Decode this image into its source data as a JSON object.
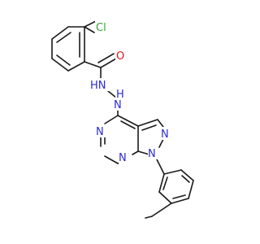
{
  "molecule": {
    "colors": {
      "carbon_bond": "#1a1a1a",
      "nitrogen": "#2b2bd6",
      "oxygen": "#e0141b",
      "chlorine": "#2da82d"
    },
    "atoms": {
      "cl": "Cl",
      "o": "O",
      "nh1": "HN",
      "nh2_h": "H",
      "nh2_n": "N",
      "n_pyrimidine_left": "N",
      "n_pyrimidine_bottom": "N",
      "n_pyrazole_right": "N",
      "n_pyrazole_bottom": "N"
    }
  }
}
